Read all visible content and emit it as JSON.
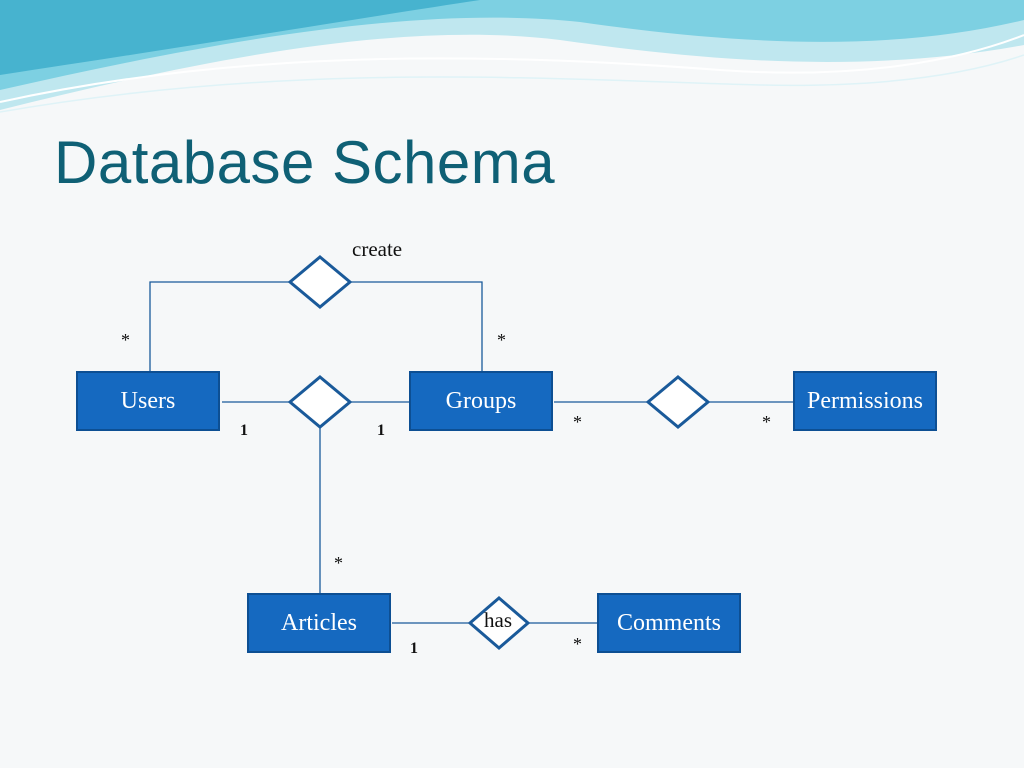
{
  "slide": {
    "title": "Database Schema"
  },
  "entities": {
    "users": "Users",
    "groups": "Groups",
    "permissions": "Permissions",
    "articles": "Articles",
    "comments": "Comments"
  },
  "relationships": {
    "create": "create",
    "has": "has"
  },
  "cardinalities": {
    "create_users": "*",
    "create_groups": "*",
    "users_rel": "1",
    "groups_rel": "1",
    "groups_permissions": "*",
    "permissions_groups": "*",
    "articles_rel": "*",
    "articles_has": "1",
    "comments_has": "*"
  },
  "colors": {
    "title": "#0f6075",
    "entity_fill": "#1569c0",
    "entity_border": "#0d4f93",
    "line": "#1a5a9a",
    "wave_light": "#a9dde8",
    "wave_mid": "#55bfd6"
  }
}
